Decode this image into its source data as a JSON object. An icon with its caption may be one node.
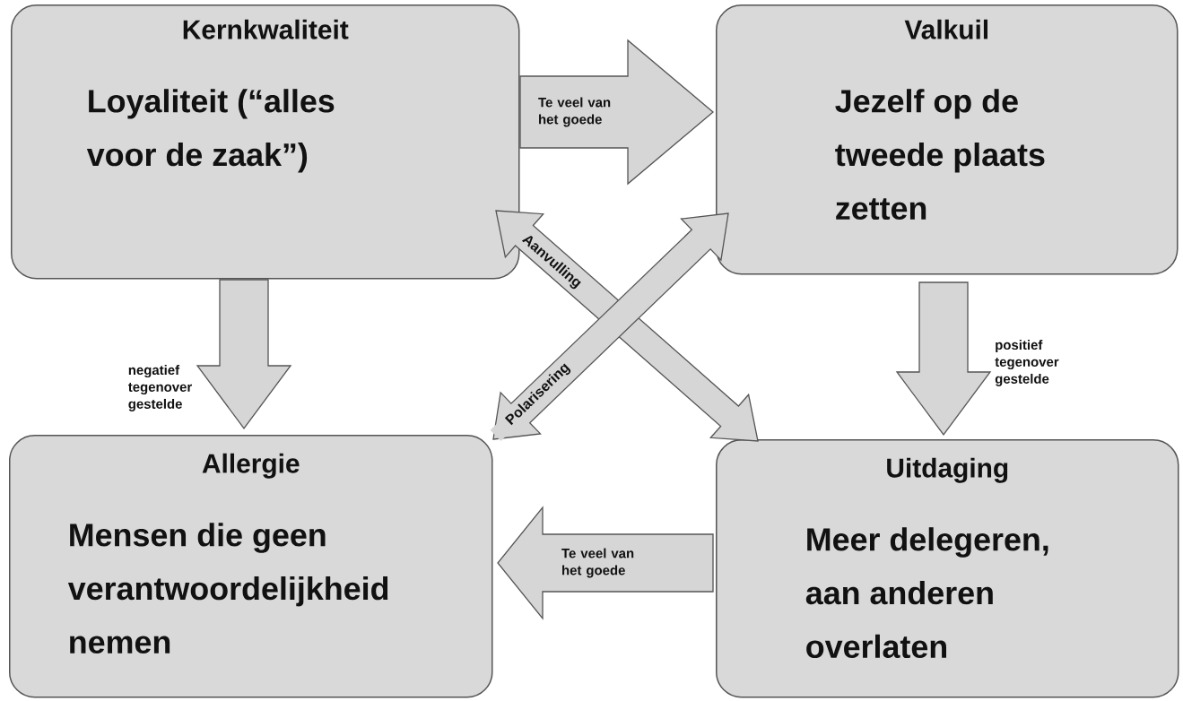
{
  "diagram": {
    "nodes": [
      {
        "text": [
          "Kernkwaliteit",
          "Loyaliteit (“alles voor de zaak”)"
        ]
      },
      {
        "text": [
          "Valkuil",
          "Jezelf op de tweede plaats zetten"
        ]
      },
      {
        "text": [
          "Allergie",
          "Mensen die geen verantwoordelijkheid nemen"
        ]
      },
      {
        "text": [
          "Uitdaging",
          "Meer delegeren, aan anderen overlaten"
        ]
      }
    ],
    "edges": [
      {
        "from": 0,
        "to": 1,
        "arrow": "to",
        "label": "Te veel van het goede"
      },
      {
        "from": 0,
        "to": 2,
        "arrow": "to",
        "label": "negatief tegenover gestelde"
      },
      {
        "from": 1,
        "to": 3,
        "arrow": "to",
        "label": "positief tegenover gestelde"
      },
      {
        "from": 3,
        "to": 2,
        "arrow": "to",
        "label": "Te veel van het goede"
      },
      {
        "from": 0,
        "to": 3,
        "arrow": "both",
        "label": "Aanvulling"
      },
      {
        "from": 2,
        "to": 1,
        "arrow": "both",
        "label": "Polarisering"
      }
    ]
  }
}
